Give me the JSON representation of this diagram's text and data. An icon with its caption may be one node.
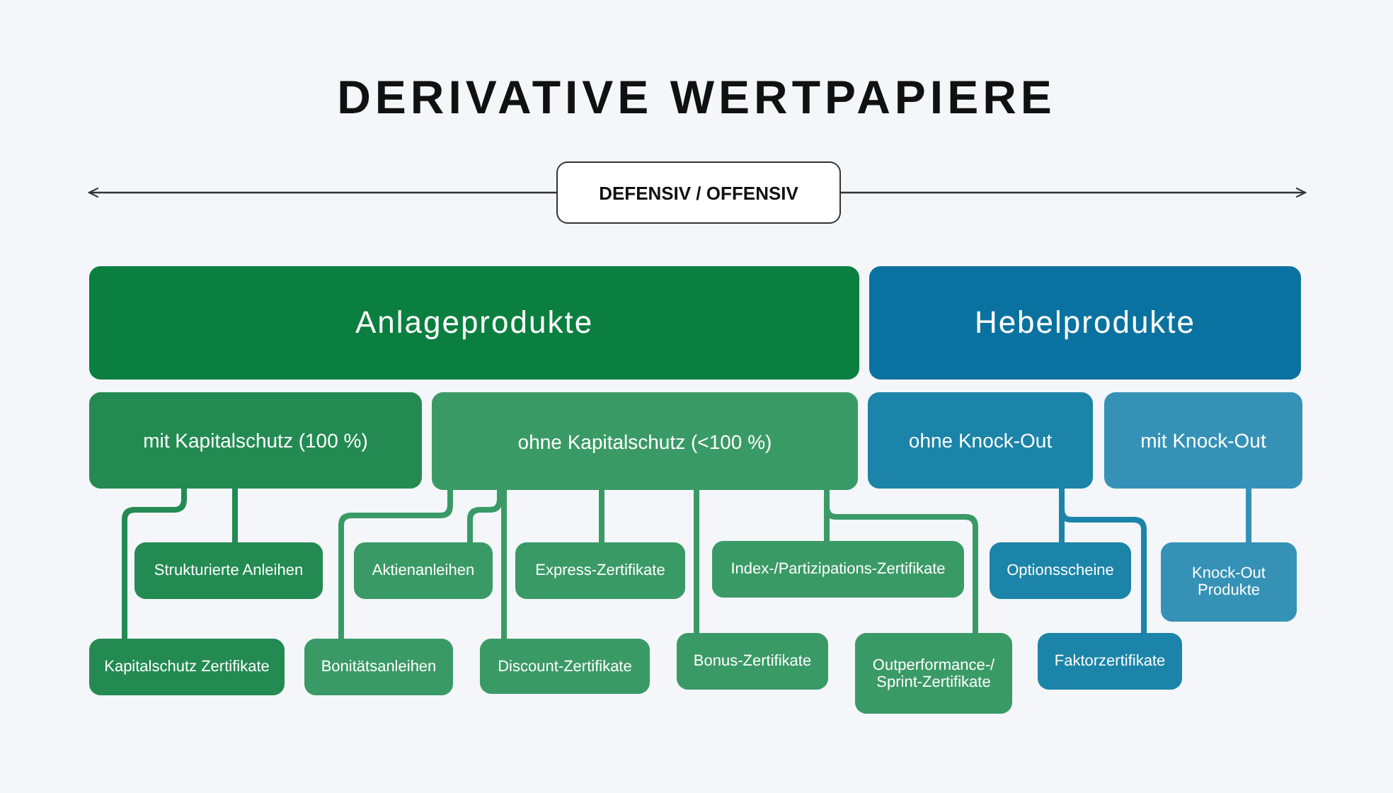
{
  "diagram": {
    "title": "DERIVATIVE WERTPAPIERE",
    "nodes": [
      {
        "text": [
          "DEFENSIV / OFFENSIV"
        ]
      },
      {
        "text": [
          "Anlageprodukte"
        ]
      },
      {
        "text": [
          "Hebelprodukte"
        ]
      },
      {
        "text": [
          "mit Kapitalschutz (100 %)"
        ]
      },
      {
        "text": [
          "ohne Kapitalschutz (<100 %)"
        ]
      },
      {
        "text": [
          "ohne Knock-Out"
        ]
      },
      {
        "text": [
          "mit Knock-Out"
        ]
      },
      {
        "text": [
          "Strukturierte Anleihen"
        ]
      },
      {
        "text": [
          "Aktienanleihen"
        ]
      },
      {
        "text": [
          "Express-Zertifikate"
        ]
      },
      {
        "text": [
          "Index-/Partizipations-Zertifikate"
        ]
      },
      {
        "text": [
          "Kapitalschutz Zertifikate"
        ]
      },
      {
        "text": [
          "Bonitätsanleihen"
        ]
      },
      {
        "text": [
          "Discount-Zertifikate"
        ]
      },
      {
        "text": [
          "Bonus-Zertifikate"
        ]
      },
      {
        "text": [
          "Outperformance-/ Sprint-Zertifikate"
        ]
      },
      {
        "text": [
          "Optionsscheine"
        ]
      },
      {
        "text": [
          "Faktorzertifikate"
        ]
      },
      {
        "text": [
          "Knock-Out Produkte"
        ]
      }
    ],
    "edges": [
      {
        "from": 0,
        "to": null,
        "arrow": "to",
        "color": "#333333"
      },
      {
        "from": 0,
        "to": null,
        "arrow": "to",
        "color": "#333333"
      },
      {
        "from": 3,
        "to": 7,
        "arrow": "none",
        "color": "#238b52"
      },
      {
        "from": 3,
        "to": 11,
        "arrow": "none",
        "color": "#238b52"
      },
      {
        "from": 4,
        "to": 12,
        "arrow": "none"
      },
      {
        "from": 4,
        "to": 8,
        "arrow": "none"
      },
      {
        "from": 4,
        "to": 13,
        "arrow": "none"
      },
      {
        "from": 4,
        "to": 9,
        "arrow": "none"
      },
      {
        "from": 4,
        "to": 14,
        "arrow": "none"
      },
      {
        "from": 4,
        "to": 10,
        "arrow": "none"
      },
      {
        "from": 4,
        "to": 15,
        "arrow": "none"
      },
      {
        "from": 5,
        "to": 16,
        "arrow": "none",
        "color": "#1b84a8"
      },
      {
        "from": 5,
        "to": 17,
        "arrow": "none",
        "color": "#1b84a8"
      },
      {
        "from": 6,
        "to": 18,
        "arrow": "none",
        "color": "#3592b6"
      }
    ]
  }
}
